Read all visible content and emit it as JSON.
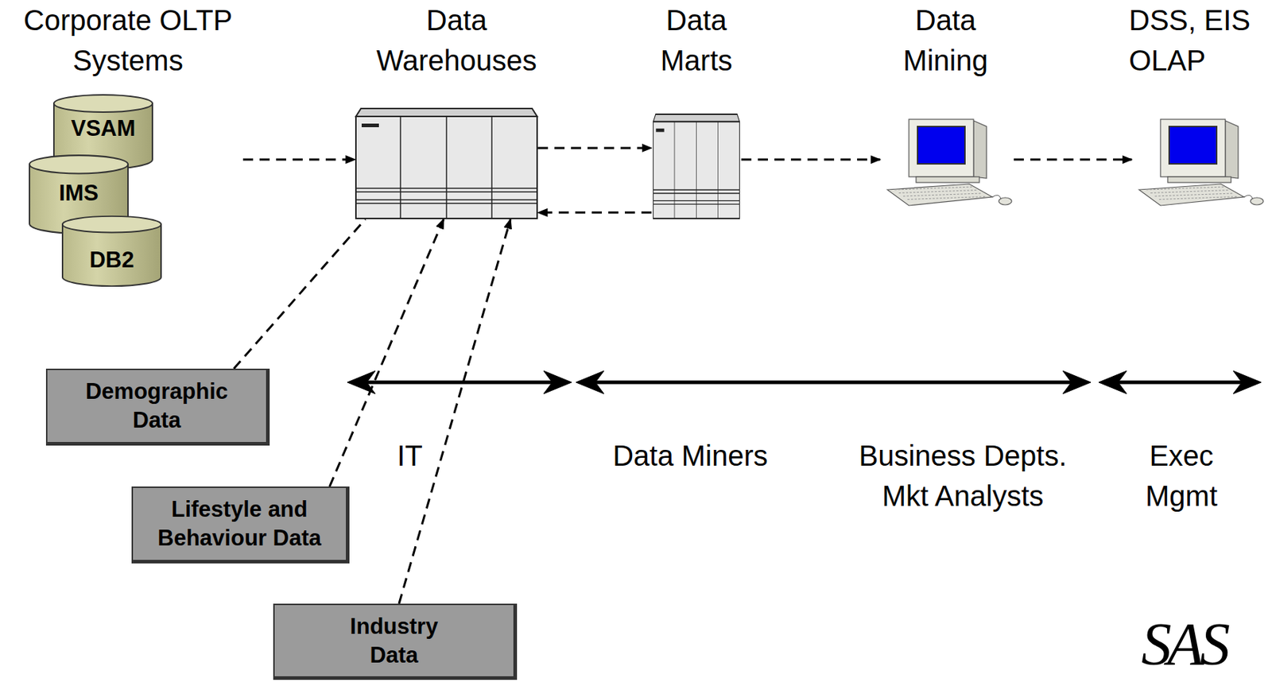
{
  "diagram": {
    "nodes": [
      {
        "text": [
          "Corporate OLTP Systems"
        ]
      },
      {
        "text": [
          "VSAM"
        ],
        "in": 0
      },
      {
        "text": [
          "IMS"
        ],
        "in": 0
      },
      {
        "text": [
          "DB2"
        ],
        "in": 0
      },
      {
        "text": [
          "Data Warehouses"
        ]
      },
      {
        "text": [
          "Data Marts"
        ]
      },
      {
        "text": [
          "Data Mining"
        ]
      },
      {
        "text": [
          "DSS, EIS OLAP"
        ]
      },
      {
        "text": [
          "Demographic Data"
        ]
      },
      {
        "text": [
          "Lifestyle and Behaviour Data"
        ]
      },
      {
        "text": [
          "Industry Data"
        ]
      }
    ],
    "edges": [
      {
        "from": 0,
        "to": 4,
        "arrow": "to"
      },
      {
        "from": 4,
        "to": 5,
        "arrow": "to"
      },
      {
        "from": 5,
        "to": 4,
        "arrow": "to"
      },
      {
        "from": 5,
        "to": 6,
        "arrow": "to"
      },
      {
        "from": 6,
        "to": 7,
        "arrow": "to"
      },
      {
        "from": 8,
        "to": 4,
        "arrow": "none"
      },
      {
        "from": 9,
        "to": 4,
        "arrow": "to"
      },
      {
        "from": 10,
        "to": 4,
        "arrow": "to"
      }
    ],
    "labels": [
      "IT",
      "Data Miners",
      "Business Depts. Mkt Analysts",
      "Exec Mgmt",
      "SAS"
    ]
  }
}
